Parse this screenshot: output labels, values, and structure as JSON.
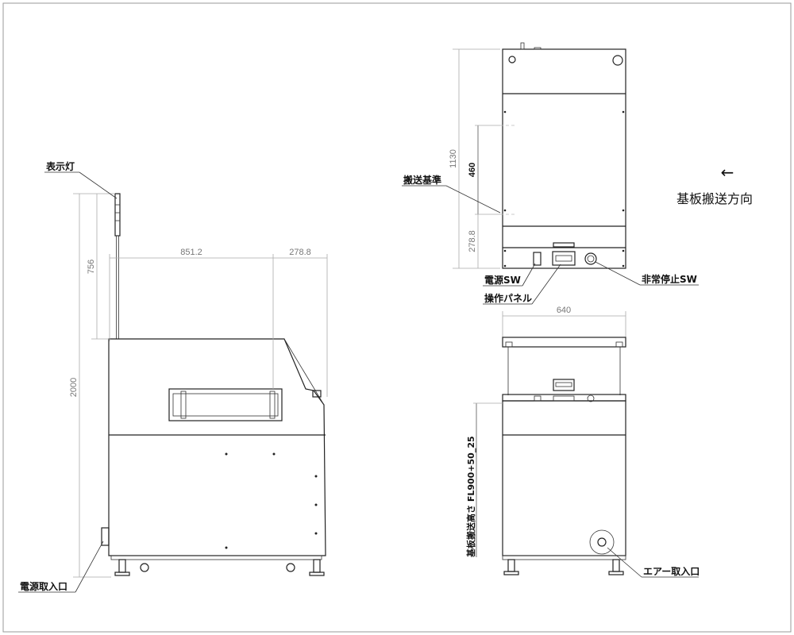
{
  "side_view": {
    "labels": {
      "signal_light": "表示灯",
      "power_inlet": "電源取入口"
    },
    "dimensions": {
      "total_height": "2000",
      "light_height": "756",
      "depth_main": "851.2",
      "depth_panel": "278.8"
    }
  },
  "front_view": {
    "labels": {
      "transfer_reference": "搬送基準",
      "power_switch": "電源SW",
      "operation_panel": "操作パネル",
      "emergency_stop": "非常停止SW"
    },
    "dimensions": {
      "height": "1130",
      "reference_span": "460",
      "reference_offset": "278.8"
    }
  },
  "direction": {
    "arrow": "←",
    "label": "基板搬送方向"
  },
  "rear_view": {
    "labels": {
      "air_inlet": "エアー取入口",
      "transfer_height": "基板搬送高さ  FL900+50_25"
    },
    "dimensions": {
      "width": "640"
    }
  }
}
